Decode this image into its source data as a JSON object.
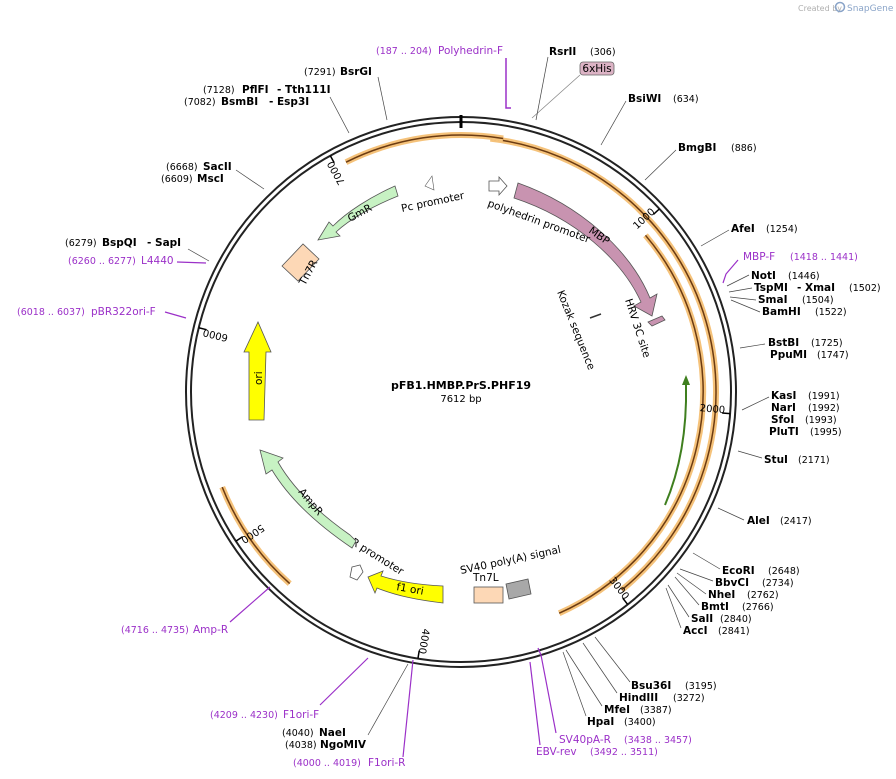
{
  "branding": {
    "prefix": "Created by",
    "name": "SnapGene"
  },
  "plasmid": {
    "name": "pFB1.HMBP.PrS.PHF19",
    "size_label": "7612 bp",
    "length": 7612
  },
  "ticks": [
    "1000",
    "2000",
    "3000",
    "4000",
    "5000",
    "6000",
    "7000"
  ],
  "sites": [
    {
      "name": "RsrII",
      "pos": "(306)"
    },
    {
      "name": "BsiWI",
      "pos": "(634)"
    },
    {
      "name": "BmgBI",
      "pos": "(886)"
    },
    {
      "name": "AfeI",
      "pos": "(1254)"
    },
    {
      "name": "NotI",
      "pos": "(1446)"
    },
    {
      "name": "TspMI",
      "sep": "- XmaI",
      "pos": "(1502)"
    },
    {
      "name": "SmaI",
      "pos": "(1504)"
    },
    {
      "name": "BamHI",
      "pos": "(1522)"
    },
    {
      "name": "BstBI",
      "pos": "(1725)"
    },
    {
      "name": "PpuMI",
      "pos": "(1747)"
    },
    {
      "name": "KasI",
      "pos": "(1991)"
    },
    {
      "name": "NarI",
      "pos": "(1992)"
    },
    {
      "name": "SfoI",
      "pos": "(1993)"
    },
    {
      "name": "PluTI",
      "pos": "(1995)"
    },
    {
      "name": "StuI",
      "pos": "(2171)"
    },
    {
      "name": "AleI",
      "pos": "(2417)"
    },
    {
      "name": "EcoRI",
      "pos": "(2648)"
    },
    {
      "name": "BbvCI",
      "pos": "(2734)"
    },
    {
      "name": "NheI",
      "pos": "(2762)"
    },
    {
      "name": "BmtI",
      "pos": "(2766)"
    },
    {
      "name": "SalI",
      "pos": "(2840)"
    },
    {
      "name": "AccI",
      "pos": "(2841)"
    },
    {
      "name": "Bsu36I",
      "pos": "(3195)"
    },
    {
      "name": "HindIII",
      "pos": "(3272)"
    },
    {
      "name": "MfeI",
      "pos": "(3387)"
    },
    {
      "name": "HpaI",
      "pos": "(3400)"
    },
    {
      "name": "NaeI",
      "pos": "(4040)"
    },
    {
      "name": "NgoMIV",
      "pos": "(4038)"
    },
    {
      "name": "BspQI",
      "sep": "- SapI",
      "pos": "(6279)"
    },
    {
      "name": "SacII",
      "pos": "(6668)"
    },
    {
      "name": "MscI",
      "pos": "(6609)"
    },
    {
      "name": "PflFI",
      "sep": "- Tth111I",
      "pos": "(7128)"
    },
    {
      "name": "BsmBI",
      "sep": "- Esp3I",
      "pos": "(7082)"
    },
    {
      "name": "BsrGI",
      "pos": "(7291)"
    }
  ],
  "primers": [
    {
      "name": "Polyhedrin-F",
      "pos": "(187 .. 204)"
    },
    {
      "name": "MBP-F",
      "pos": "(1418 .. 1441)"
    },
    {
      "name": "SV40pA-R",
      "pos": "(3438 .. 3457)"
    },
    {
      "name": "EBV-rev",
      "pos": "(3492 .. 3511)"
    },
    {
      "name": "F1ori-F",
      "pos": "(4209 .. 4230)"
    },
    {
      "name": "F1ori-R",
      "pos": "(4000 .. 4019)"
    },
    {
      "name": "Amp-R",
      "pos": "(4716 .. 4735)"
    },
    {
      "name": "pBR322ori-F",
      "pos": "(6018 .. 6037)"
    },
    {
      "name": "L4440",
      "pos": "(6260 .. 6277)"
    }
  ],
  "features": {
    "his": "6xHis",
    "polyhedrin": "polyhedrin promoter",
    "mbp": "MBP",
    "hrv": "HRV 3C site",
    "kozak": "Kozak sequence",
    "sv40": "SV40 poly(A) signal",
    "tn7l": "Tn7L",
    "f1ori": "f1 ori",
    "ampr_promoter": "AmpR promoter",
    "ampr": "AmpR",
    "ori": "ori",
    "tn7r": "Tn7R",
    "gmr": "GmR",
    "pc": "Pc promoter"
  },
  "colors": {
    "backbone": "#222222",
    "primer": "#9b30c8",
    "orf_highlight": "#f5c27a",
    "orf_line": "#6b3b12",
    "mbp": "#c893b0",
    "his": "#dcb3c5",
    "promoter": "#ffffff",
    "gmr": "#c7f2c3",
    "ampr": "#c7f2c3",
    "ori": "#ffff00",
    "tn7": "#fdd8b6",
    "sv40": "#a8a8a8",
    "green_line": "#3f7f1f"
  }
}
